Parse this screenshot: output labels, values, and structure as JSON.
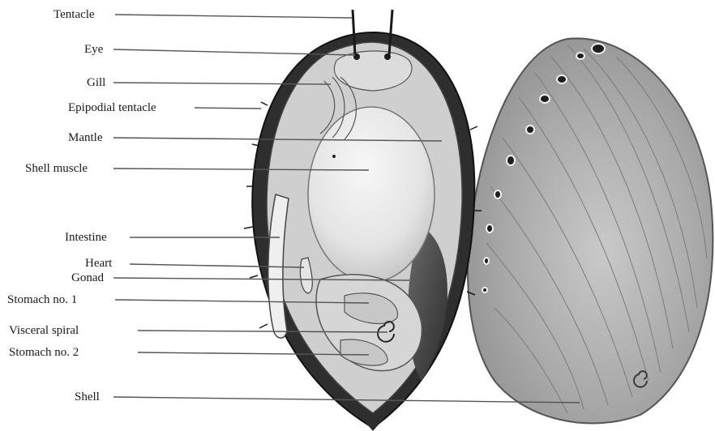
{
  "labels": {
    "tentacle": "Tentacle",
    "eye": "Eye",
    "gill": "Gill",
    "epipodial_tentacle": "Epipodial tentacle",
    "mantle": "Mantle",
    "shell_muscle": "Shell muscle",
    "intestine": "Intestine",
    "heart": "Heart",
    "gonad": "Gonad",
    "stomach_1": "Stomach no. 1",
    "visceral_spiral": "Visceral spiral",
    "stomach_2": "Stomach no. 2",
    "shell": "Shell"
  },
  "colors": {
    "ink": "#1a1a1a",
    "leader": "#555555",
    "shell_outer": "#b9b9b9",
    "muscle": "#e8e8e8",
    "dark_tissue": "#3a3a3a"
  }
}
